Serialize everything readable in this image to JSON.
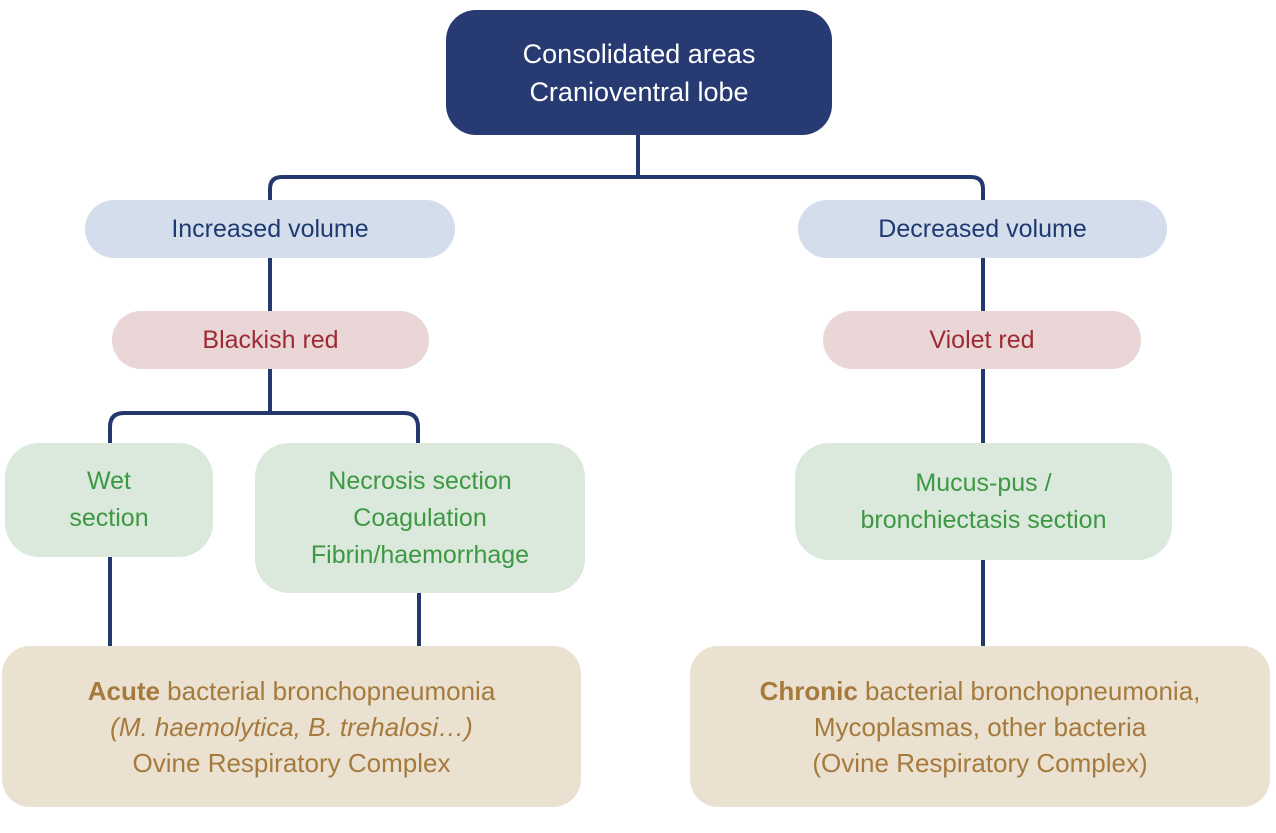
{
  "root": {
    "line1": "Consolidated areas",
    "line2": "Cranioventral lobe"
  },
  "left": {
    "volume": "Increased volume",
    "color": "Blackish red",
    "section1": {
      "line1": "Wet",
      "line2": "section"
    },
    "section2": {
      "line1": "Necrosis section",
      "line2": "Coagulation",
      "line3": "Fibrin/haemorrhage"
    },
    "diagnosis": {
      "emphasis": "Acute",
      "line1_rest": " bacterial bronchopneumonia",
      "line2": "(M. haemolytica, B. trehalosi…)",
      "line3": "Ovine Respiratory Complex"
    }
  },
  "right": {
    "volume": "Decreased volume",
    "color": "Violet red",
    "section1": {
      "line1": "Mucus-pus /",
      "line2": "bronchiectasis section"
    },
    "diagnosis": {
      "emphasis": "Chronic",
      "line1_rest": " bacterial bronchopneumonia,",
      "line2": "Mycoplasmas, other bacteria",
      "line3": "(Ovine Respiratory Complex)"
    }
  },
  "colors": {
    "node_navy": "#283A72",
    "connector": "#24386E",
    "pill_blue_bg": "#D4DDEC",
    "pill_blue_text": "#1F3A70",
    "pill_pink_bg": "#EAD6D6",
    "pill_pink_text": "#9E2B33",
    "box_green_bg": "#DBE8DC",
    "box_green_text": "#3D9843",
    "box_tan_bg": "#EAE1D1",
    "box_tan_text": "#A67A3C"
  }
}
